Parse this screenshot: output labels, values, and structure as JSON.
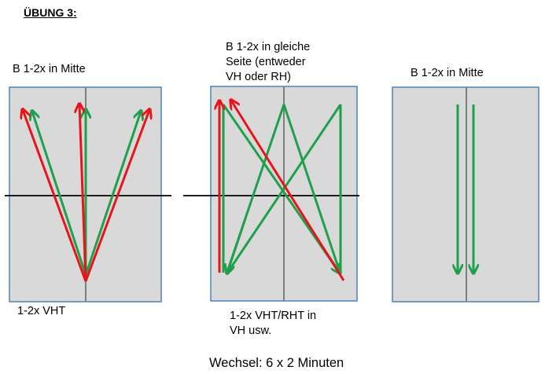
{
  "title": "ÜBUNG 3:",
  "labels": {
    "panel1_top": "B 1-2x in Mitte",
    "panel1_bottom": "1-2x VHT",
    "panel2_top": "B 1-2x in gleiche\nSeite (entweder\nVH oder RH)",
    "panel2_bottom": "1-2x VHT/RHT in\nVH usw.",
    "panel3_top": "B 1-2x in Mitte"
  },
  "footer": "Wechsel: 6 x 2 Minuten",
  "colors": {
    "panel_fill": "#d9d9d9",
    "panel_border": "#4f81bd",
    "center_line": "#7f7f7f",
    "horizontal_line": "#000000",
    "red_arrow": "#e8141b",
    "green_arrow": "#1ea04c"
  }
}
